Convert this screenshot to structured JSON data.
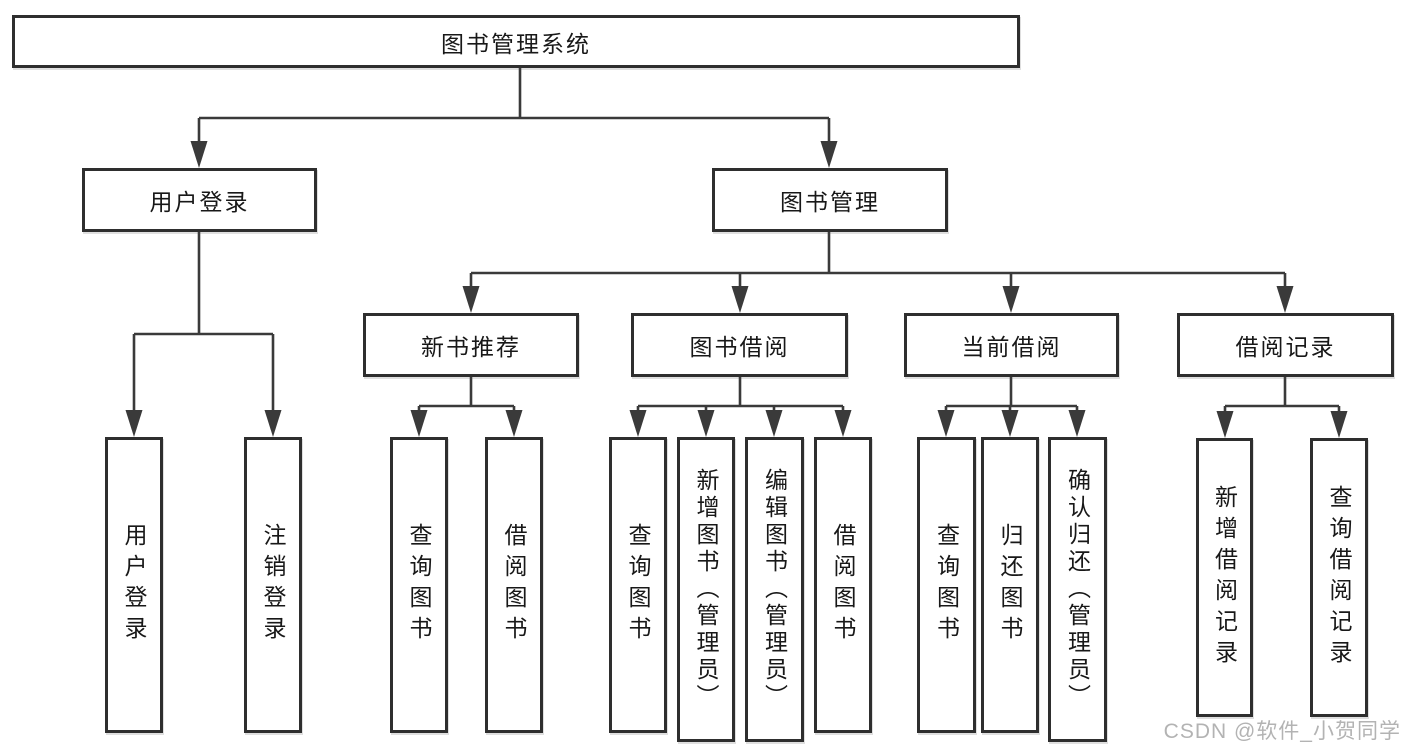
{
  "diagram_title": "图书管理系统",
  "tree": {
    "root": {
      "label": "图书管理系统"
    },
    "user_login": {
      "label": "用户登录",
      "children": [
        {
          "label": "用户登录"
        },
        {
          "label": "注销登录"
        }
      ]
    },
    "book_management": {
      "label": "图书管理",
      "sections": [
        {
          "label": "新书推荐",
          "children": [
            {
              "label": "查询图书"
            },
            {
              "label": "借阅图书"
            }
          ]
        },
        {
          "label": "图书借阅",
          "children": [
            {
              "label": "查询图书"
            },
            {
              "label": "新增图书（管理员）"
            },
            {
              "label": "编辑图书（管理员）"
            },
            {
              "label": "借阅图书"
            }
          ]
        },
        {
          "label": "当前借阅",
          "children": [
            {
              "label": "查询图书"
            },
            {
              "label": "归还图书"
            },
            {
              "label": "确认归还（管理员）"
            }
          ]
        },
        {
          "label": "借阅记录",
          "children": [
            {
              "label": "新增借阅记录"
            },
            {
              "label": "查询借阅记录"
            }
          ]
        }
      ]
    }
  },
  "watermark": "CSDN @软件_小贺同学",
  "colors": {
    "line": "#3a3a3a",
    "box_border": "#2e2e2e",
    "text": "#181818",
    "watermark": "#b3b3b3",
    "background": "#ffffff"
  }
}
